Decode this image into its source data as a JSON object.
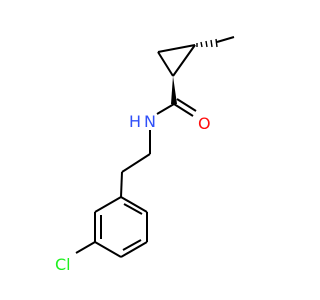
{
  "molecule": {
    "atom_labels": {
      "nitrogen": "N",
      "hydrogen": "H",
      "oxygen": "O",
      "chlorine": "Cl"
    },
    "colors": {
      "bond": "#000000",
      "nitrogen": "#3050f8",
      "oxygen": "#ff0d0d",
      "chlorine": "#1ff01f"
    }
  }
}
